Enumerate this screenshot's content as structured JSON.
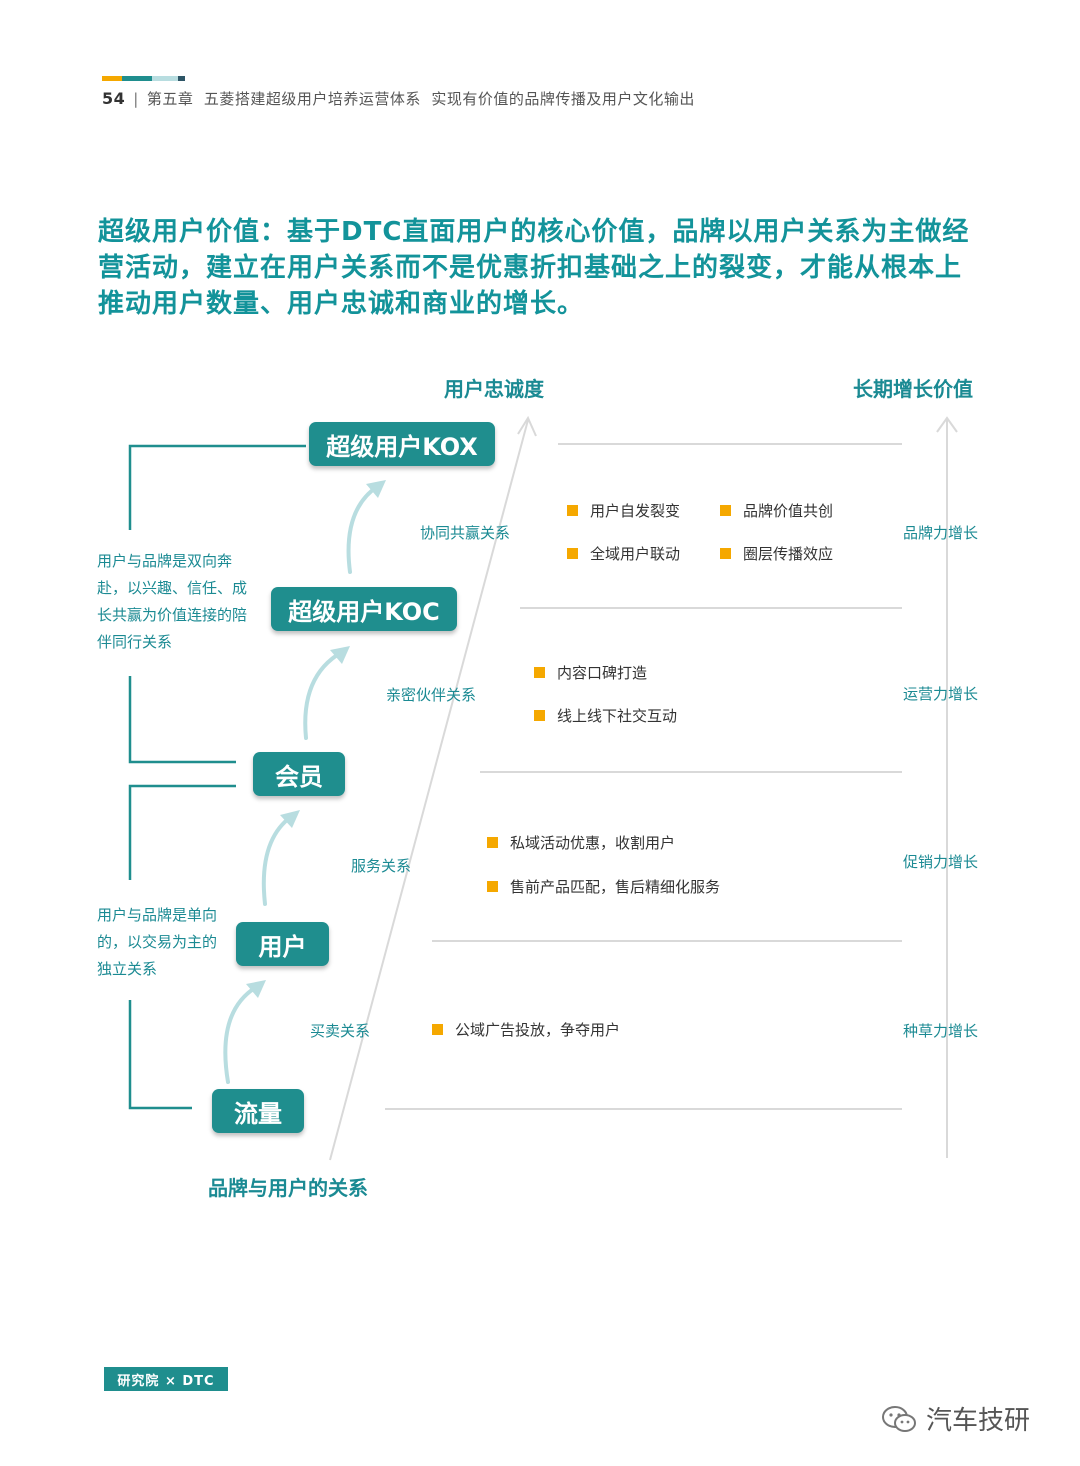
{
  "header": {
    "page_number": "54",
    "chapter": "第五章",
    "title": "五菱搭建超级用户培养运营体系  实现有价值的品牌传播及用户文化输出",
    "colors": [
      "#f5a800",
      "#1f8e8e",
      "#b8dde0",
      "#2d5566"
    ]
  },
  "intro": "超级用户价值：基于DTC直面用户的核心价值，品牌以用户关系为主做经营活动，建立在用户关系而不是优惠折扣基础之上的裂变，才能从根本上推动用户数量、用户忠诚和商业的增长。",
  "diagram": {
    "axis_loyalty": "用户忠诚度",
    "axis_growth": "长期增长价值",
    "axis_relation": "品牌与用户的关系",
    "stages": [
      "超级用户KOX",
      "超级用户KOC",
      "会员",
      "用户",
      "流量"
    ],
    "relations": [
      "协同共赢关系",
      "亲密伙伴关系",
      "服务关系",
      "买卖关系"
    ],
    "growth_labels": [
      "品牌力增长",
      "运营力增长",
      "促销力增长",
      "种草力增长"
    ],
    "bullets_kox": [
      "用户自发裂变",
      "品牌价值共创",
      "全域用户联动",
      "圈层传播效应"
    ],
    "bullets_koc": [
      "内容口碑打造",
      "线上线下社交互动"
    ],
    "bullets_member": [
      "私域活动优惠，收割用户",
      "售前产品匹配，售后精细化服务"
    ],
    "bullets_user": [
      "公域广告投放，争夺用户"
    ],
    "bracket_upper": "用户与品牌是双向奔赴，以兴趣、信任、成长共赢为价值连接的陪伴同行关系",
    "bracket_lower": "用户与品牌是单向的，以交易为主的独立关系",
    "colors": {
      "teal": "#1f8e8e",
      "bullet": "#f5a800",
      "arrow": "#b8dde0",
      "line": "#d9d9d9"
    }
  },
  "footer": {
    "logo": "研究院 × DTC",
    "watermark": "汽车技研"
  }
}
